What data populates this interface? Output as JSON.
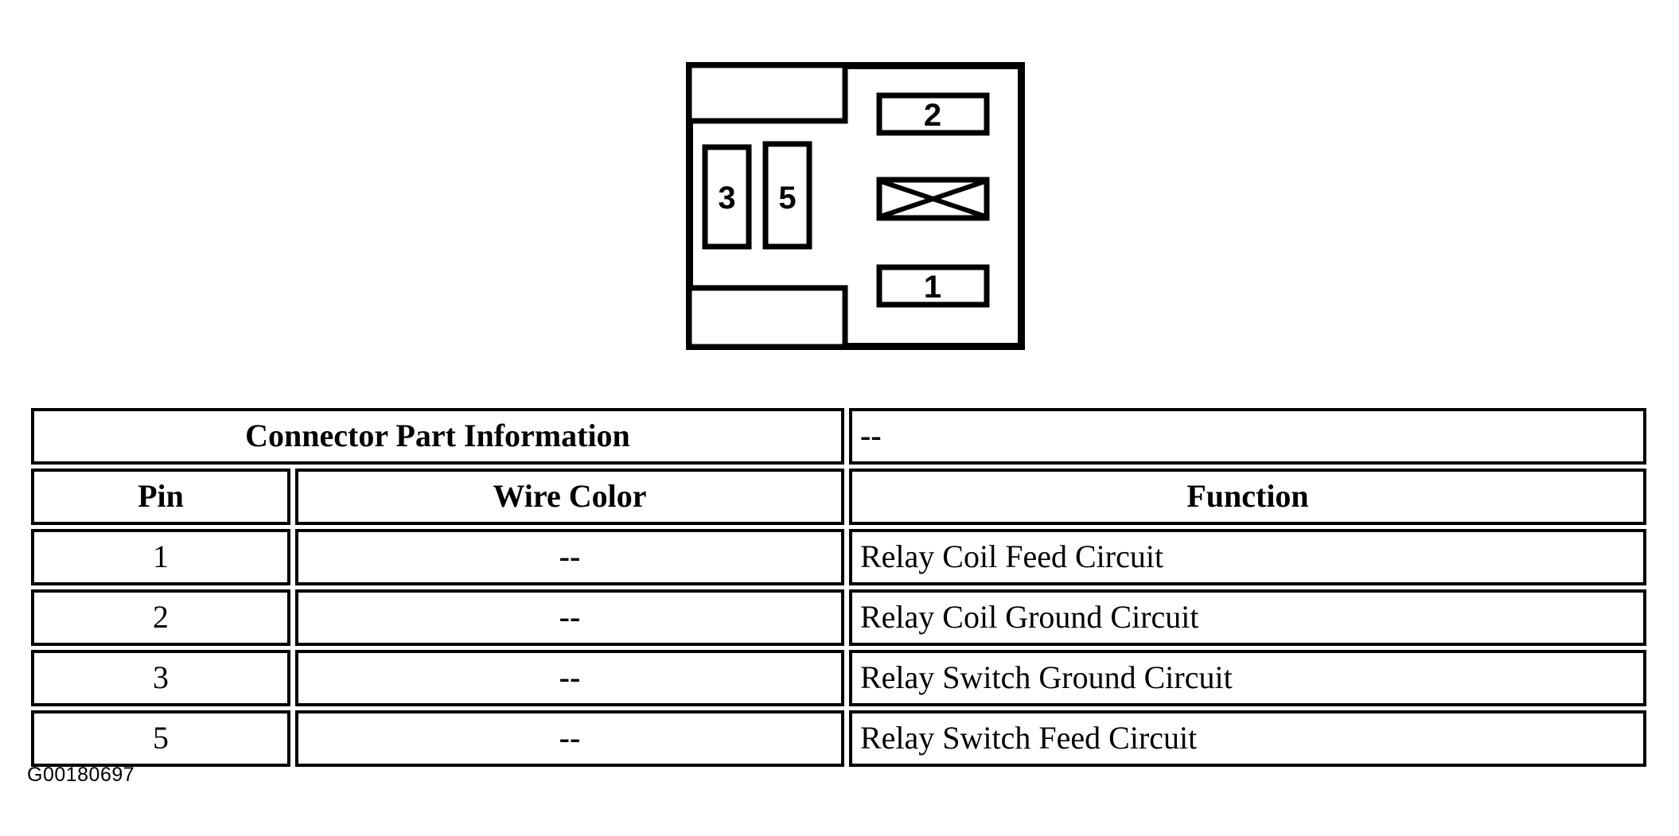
{
  "diagram": {
    "name": "relay-connector-face-view",
    "outline_label": "connector-body",
    "cavities": [
      {
        "id": "blank-top-left",
        "label": "",
        "type": "blank-slot"
      },
      {
        "id": "cavity-3",
        "label": "3",
        "type": "pin-cavity"
      },
      {
        "id": "cavity-5",
        "label": "5",
        "type": "pin-cavity"
      },
      {
        "id": "blank-bottom-left",
        "label": "",
        "type": "blank-slot"
      },
      {
        "id": "cavity-2",
        "label": "2",
        "type": "pin-cavity"
      },
      {
        "id": "cavity-blocked",
        "label": "",
        "type": "blocked-cavity"
      },
      {
        "id": "cavity-1",
        "label": "1",
        "type": "pin-cavity"
      }
    ],
    "line_color": "#000000",
    "fill_color": "#ffffff"
  },
  "table": {
    "title_row": {
      "title": "Connector Part Information",
      "value": "--"
    },
    "columns": [
      "Pin",
      "Wire Color",
      "Function"
    ],
    "rows": [
      {
        "pin": "1",
        "wire_color": "--",
        "function": "Relay Coil Feed Circuit"
      },
      {
        "pin": "2",
        "wire_color": "--",
        "function": "Relay Coil Ground Circuit"
      },
      {
        "pin": "3",
        "wire_color": "--",
        "function": "Relay Switch Ground Circuit"
      },
      {
        "pin": "5",
        "wire_color": "--",
        "function": "Relay Switch Feed Circuit"
      }
    ]
  },
  "footer": {
    "figure_code": "G00180697"
  }
}
